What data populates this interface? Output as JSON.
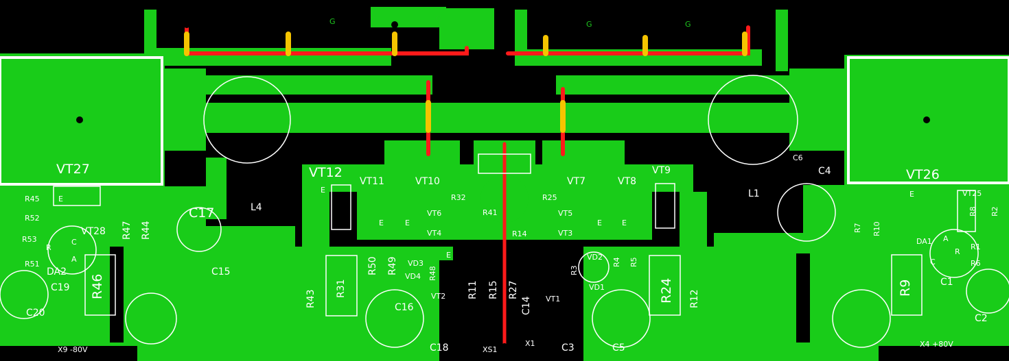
{
  "colors": {
    "background": "#000000",
    "copper": "#19cc19",
    "bottom_trace": "#ff1a1a",
    "via_highlight": "#f5c400",
    "silkscreen": "#ffffff"
  },
  "labels": {
    "vt27": "VT27",
    "vt26": "VT26",
    "vt12": "VT12",
    "vt11": "VT11",
    "vt10": "VT10",
    "vt7": "VT7",
    "vt8": "VT8",
    "vt9": "VT9",
    "vt28": "VT28",
    "vt25": "VT25",
    "vt6": "VT6",
    "vt4": "VT4",
    "vt5": "VT5",
    "vt3": "VT3",
    "vt2": "VT2",
    "vt1": "VT1",
    "r45": "R45",
    "r52": "R52",
    "r53": "R53",
    "r51": "R51",
    "r47": "R47",
    "r44": "R44",
    "r46": "R46",
    "r43": "R43",
    "r31": "R31",
    "r50": "R50",
    "r49": "R49",
    "r48": "R48",
    "r32": "R32",
    "r25": "R25",
    "r41": "R41",
    "r14": "R14",
    "r11": "R11",
    "r15": "R15",
    "r27": "R27",
    "r3": "R3",
    "r4": "R4",
    "r5": "R5",
    "r24": "R24",
    "r12": "R12",
    "r7": "R7",
    "r10": "R10",
    "r8": "R8",
    "r2": "R2",
    "r1": "R1",
    "r6": "R6",
    "r9": "R9",
    "c17": "C17",
    "c15": "C15",
    "c19": "C19",
    "c20": "C20",
    "c16": "C16",
    "c18": "C18",
    "c14": "C14",
    "c3": "C3",
    "c5": "C5",
    "c6": "C6",
    "c4": "C4",
    "c1": "C1",
    "c2": "C2",
    "l4": "L4",
    "l1": "L1",
    "da2": "DA2",
    "da1": "DA1",
    "vd1": "VD1",
    "vd2": "VD2",
    "vd3": "VD3",
    "vd4": "VD4",
    "xs1": "XS1",
    "x1": "X1",
    "x9": "X9 -80V",
    "x4": "X4 +80V",
    "pin_g": "G",
    "pin_e": "E",
    "pin_c": "C",
    "pin_a": "A",
    "pin_r": "R",
    "plus": "+"
  }
}
